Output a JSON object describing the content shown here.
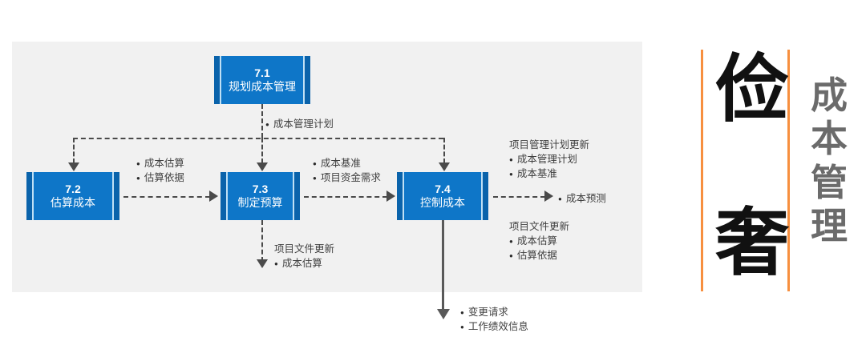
{
  "diagram": {
    "boxes": [
      {
        "id": "7.1",
        "number": "7.1",
        "name": "规划成本管理"
      },
      {
        "id": "7.2",
        "number": "7.2",
        "name": "估算成本"
      },
      {
        "id": "7.3",
        "number": "7.3",
        "name": "制定预算"
      },
      {
        "id": "7.4",
        "number": "7.4",
        "name": "控制成本"
      }
    ],
    "labels": {
      "cost_mgmt_plan": "成本管理计划",
      "cost_forecast": "成本预测"
    },
    "notes": {
      "estimate_outputs": {
        "items": [
          "成本估算",
          "估算依据"
        ]
      },
      "budget_outputs": {
        "items": [
          "成本基准",
          "项目资金需求"
        ]
      },
      "budget_doc_updates": {
        "header": "项目文件更新",
        "items": [
          "成本估算"
        ]
      },
      "pm_plan_updates": {
        "header": "项目管理计划更新",
        "items": [
          "成本管理计划",
          "成本基准"
        ]
      },
      "control_doc_updates": {
        "header": "项目文件更新",
        "items": [
          "成本估算",
          "估算依据"
        ]
      },
      "control_outputs": {
        "items": [
          "变更请求",
          "工作绩效信息"
        ]
      }
    }
  },
  "title_panel": {
    "char_top": "俭",
    "char_bottom": "奢",
    "subtitle": "成本管理",
    "rule_color": "#f78f3f"
  }
}
